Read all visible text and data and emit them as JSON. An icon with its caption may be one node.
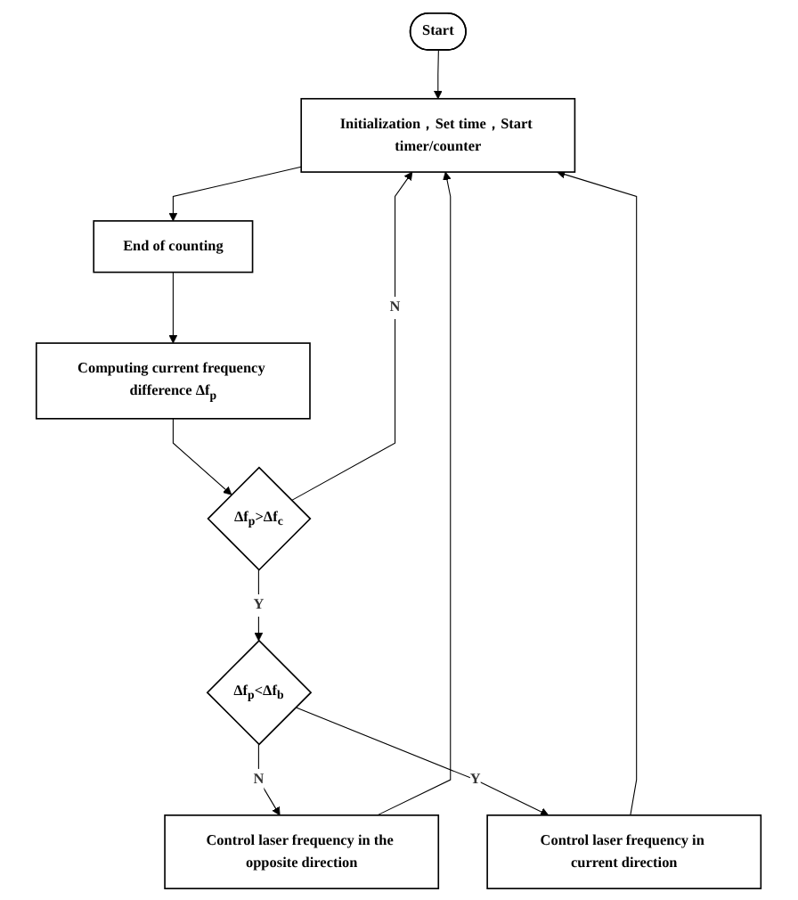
{
  "diagram": {
    "nodes": [
      {
        "text": [
          "Start"
        ]
      },
      {
        "text": [
          "Initialization，Set time，Start timer/counter"
        ]
      },
      {
        "text": [
          "End of counting"
        ]
      },
      {
        "text": [
          "Computing current frequency difference Δf$_{p}$"
        ]
      },
      {
        "text": [
          "Δf$_{p}$>Δf$_{c}$"
        ]
      },
      {
        "text": [
          "Δf$_{p}$<Δf$_{b}$"
        ]
      },
      {
        "text": [
          "Control laser frequency in the opposite direction"
        ]
      },
      {
        "text": [
          "Control laser frequency in current direction"
        ]
      }
    ],
    "edges": [
      {
        "from": 0,
        "to": 1,
        "arrow": "to"
      },
      {
        "from": 1,
        "to": 2,
        "arrow": "to"
      },
      {
        "from": 2,
        "to": 3,
        "arrow": "to"
      },
      {
        "from": 3,
        "to": 4,
        "arrow": "to"
      },
      {
        "from": 4,
        "to": 1,
        "arrow": "to",
        "label": "N"
      },
      {
        "from": 4,
        "to": 5,
        "arrow": "to",
        "label": "Y"
      },
      {
        "from": 5,
        "to": 6,
        "arrow": "to",
        "label": "N"
      },
      {
        "from": 6,
        "to": 1,
        "arrow": "to"
      },
      {
        "from": 5,
        "to": 7,
        "arrow": "to",
        "label": "Y"
      },
      {
        "from": 7,
        "to": 1,
        "arrow": "to"
      }
    ]
  }
}
